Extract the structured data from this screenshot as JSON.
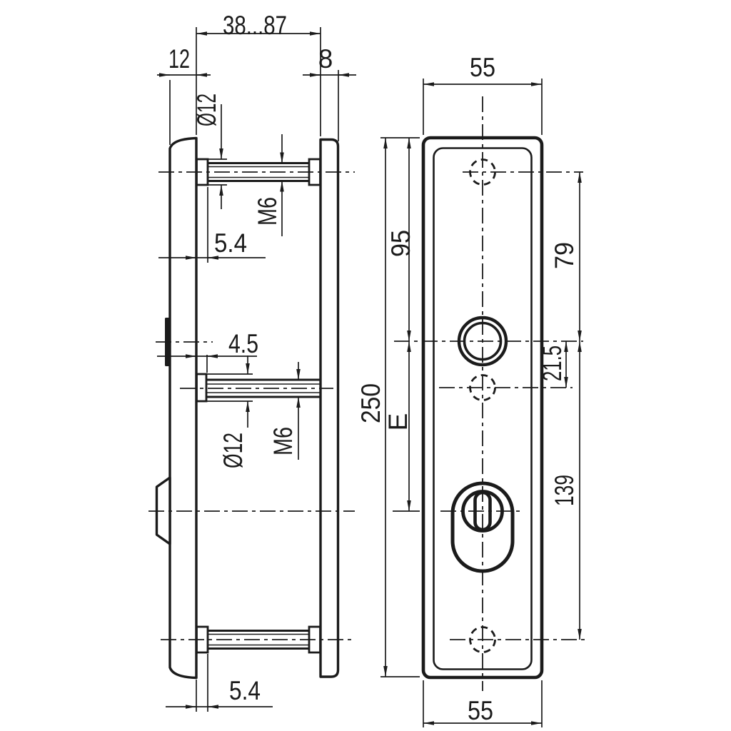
{
  "drawing": {
    "type": "technical-drawing",
    "subject": "security door fitting escutcheon plates, side section and front view",
    "colors": {
      "line": "#1b1b1b",
      "background": "#ffffff"
    },
    "side_view": {
      "grip_range": "38...87",
      "outer_plate_thickness": "12",
      "inner_plate_thickness": "8",
      "top_sleeve_diameter": "Ø12",
      "top_thread": "M6",
      "top_head_height": "5.4",
      "middle_head_height": "4.5",
      "middle_sleeve_diameter": "Ø12",
      "middle_thread": "M6",
      "bottom_head_height": "5.4"
    },
    "front_view": {
      "plate_width_top": "55",
      "plate_width_bottom": "55",
      "plate_height": "250",
      "top_edge_to_handle": "95",
      "handle_to_top_hole": "79",
      "handle_to_screw_hole": "21.5",
      "handle_to_cylinder": "E",
      "handle_to_bottom_hole": "139"
    }
  }
}
